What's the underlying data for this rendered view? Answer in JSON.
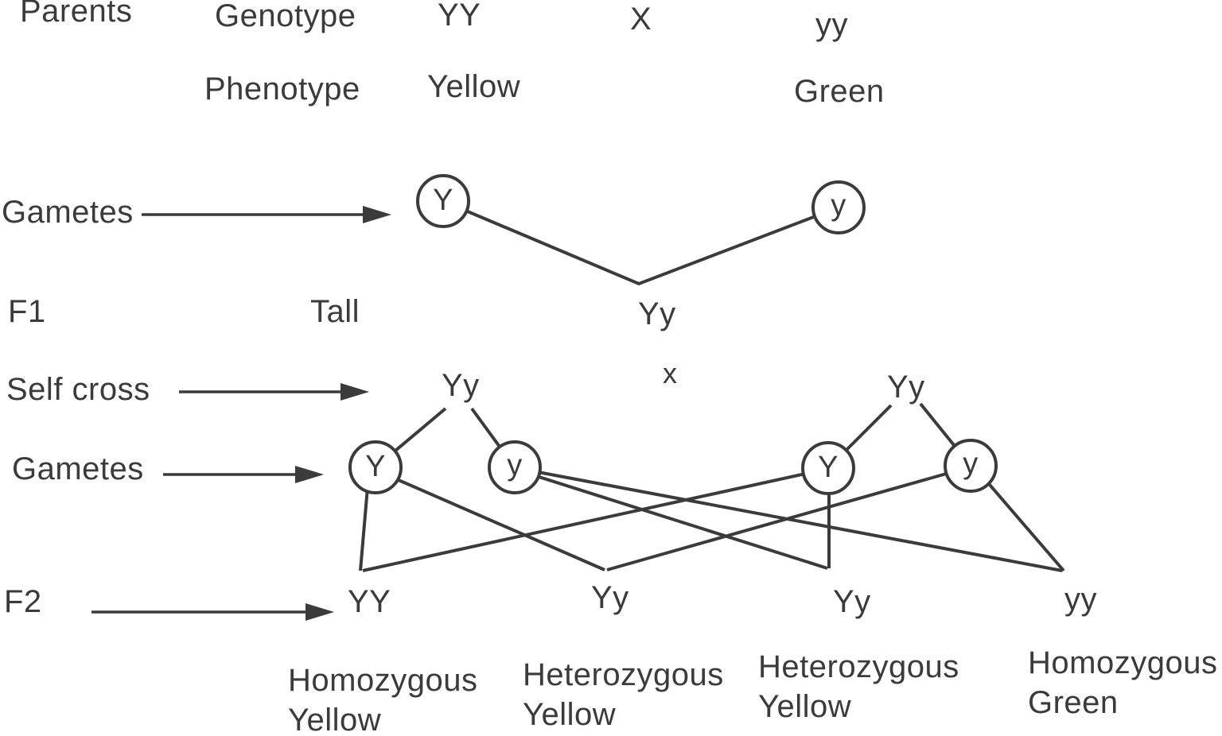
{
  "palette": {
    "ink": "#3b3b3b",
    "background": "#ffffff"
  },
  "diagram": {
    "parents_label": "Parents",
    "genotype_label": "Genotype",
    "parent1_genotype": "YY",
    "cross_symbol": "X",
    "parent2_genotype": "yy",
    "phenotype_label": "Phenotype",
    "parent1_phenotype": "Yellow",
    "parent2_phenotype": "Green",
    "gametes_label": "Gametes",
    "parent1_gamete": "Y",
    "parent2_gamete": "y",
    "f1_label": "F1",
    "f1_phenotype": "Tall",
    "f1_genotype": "Yy",
    "self_cross_symbol": "x",
    "self_cross_label": "Self cross",
    "self_parent1_genotype": "Yy",
    "self_parent2_genotype": "Yy",
    "gametes2_label": "Gametes",
    "f1_gametes": [
      "Y",
      "y",
      "Y",
      "y"
    ],
    "f2_label": "F2",
    "f2_genotypes": [
      "YY",
      "Yy",
      "Yy",
      "yy"
    ],
    "f2_phenotypes": [
      {
        "line1": "Homozygous",
        "line2": "Yellow"
      },
      {
        "line1": "Heterozygous",
        "line2": "Yellow"
      },
      {
        "line1": "Heterozygous",
        "line2": "Yellow"
      },
      {
        "line1": "Homozygous",
        "line2": "Green"
      }
    ]
  }
}
